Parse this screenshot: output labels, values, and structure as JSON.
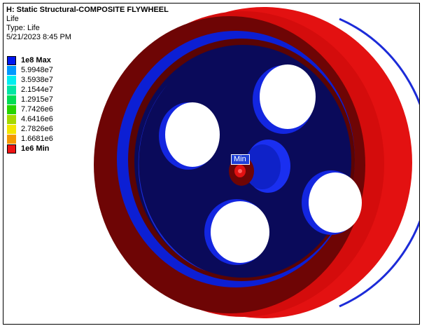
{
  "header": {
    "title": "H: Static Structural-COMPOSITE FLYWHEEL",
    "result_name": "Life",
    "type_line": "Type: Life",
    "timestamp": "5/21/2023 8:45 PM"
  },
  "legend": [
    {
      "label": "1e8 Max",
      "color": "#0016f0",
      "bold": true
    },
    {
      "label": "5.9948e7",
      "color": "#0099ff",
      "bold": false
    },
    {
      "label": "3.5938e7",
      "color": "#00eef0",
      "bold": false
    },
    {
      "label": "2.1544e7",
      "color": "#00e6a4",
      "bold": false
    },
    {
      "label": "1.2915e7",
      "color": "#00dd55",
      "bold": false
    },
    {
      "label": "7.7426e6",
      "color": "#26d400",
      "bold": false
    },
    {
      "label": "4.6416e6",
      "color": "#a5d900",
      "bold": false
    },
    {
      "label": "2.7826e6",
      "color": "#f2e600",
      "bold": false
    },
    {
      "label": "1.6681e6",
      "color": "#f49a00",
      "bold": false
    },
    {
      "label": "1e6 Min",
      "color": "#ef1313",
      "bold": true
    }
  ],
  "probe": {
    "label": "Min"
  },
  "colors": {
    "rim_red": "#e31111",
    "rim_dark": "#6e0505",
    "disc_blue": "#0c1fd4",
    "disc_navy": "#0a0a5a",
    "hub_blue": "#1a2ff0"
  }
}
